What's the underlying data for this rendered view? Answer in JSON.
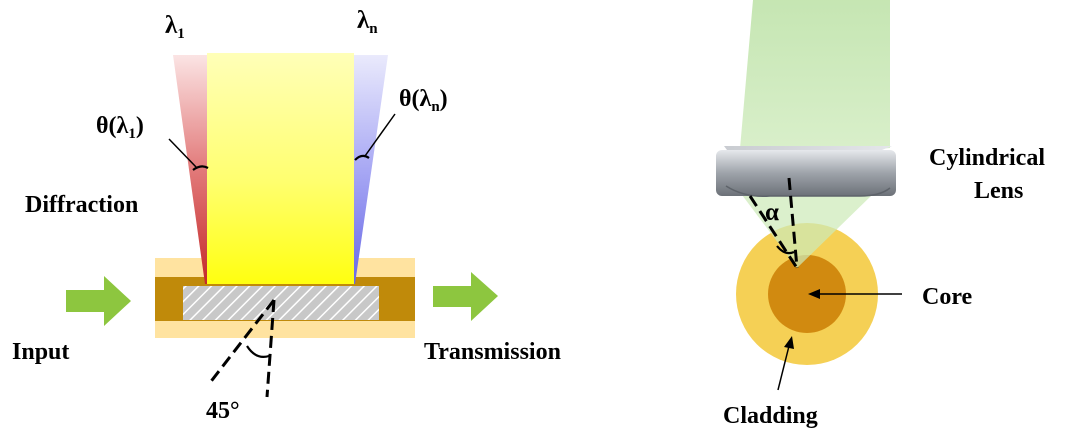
{
  "left_panel": {
    "lambda_1": {
      "symbol": "λ",
      "subscript": "1"
    },
    "lambda_n": {
      "symbol": "λ",
      "subscript": "n"
    },
    "theta_1": {
      "prefix": "θ(λ",
      "subscript": "1",
      "suffix": ")"
    },
    "theta_n": {
      "prefix": "θ(λ",
      "subscript": "n",
      "suffix": ")"
    },
    "diffraction_label": "Diffraction",
    "input_label": "Input",
    "transmission_label": "Transmission",
    "angle_label": "45°"
  },
  "right_panel": {
    "lens_label_line1": "Cylindrical",
    "lens_label_line2": "Lens",
    "alpha_label": "α",
    "core_label": "Core",
    "cladding_label": "Cladding"
  },
  "colors": {
    "beam_yellow": "#ffff40",
    "red_fan": "#d44040",
    "blue_fan": "#8080ee",
    "fiber_core": "#c08a0a",
    "fiber_cladding": "#ffe3a0",
    "arrow_green": "#8dc63f",
    "light_green": "#c8e8b0",
    "lens_gray": "#b0b4ba",
    "cladding_yellow": "#f5d055",
    "core_orange": "#d18a10"
  }
}
